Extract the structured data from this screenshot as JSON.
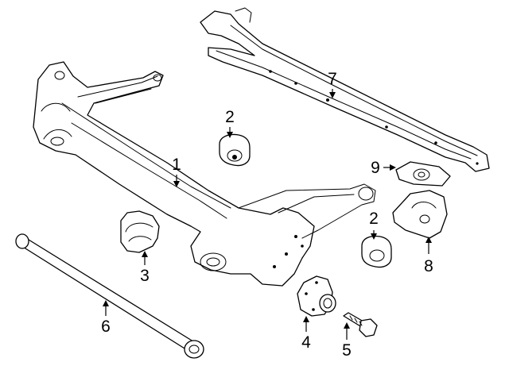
{
  "callouts": [
    {
      "id": "1",
      "label": "1"
    },
    {
      "id": "2a",
      "label": "2"
    },
    {
      "id": "2b",
      "label": "2"
    },
    {
      "id": "3",
      "label": "3"
    },
    {
      "id": "4",
      "label": "4"
    },
    {
      "id": "5",
      "label": "5"
    },
    {
      "id": "6",
      "label": "6"
    },
    {
      "id": "7",
      "label": "7"
    },
    {
      "id": "8",
      "label": "8"
    },
    {
      "id": "9",
      "label": "9"
    }
  ],
  "colors": {
    "line": "#000000",
    "background": "#ffffff"
  }
}
